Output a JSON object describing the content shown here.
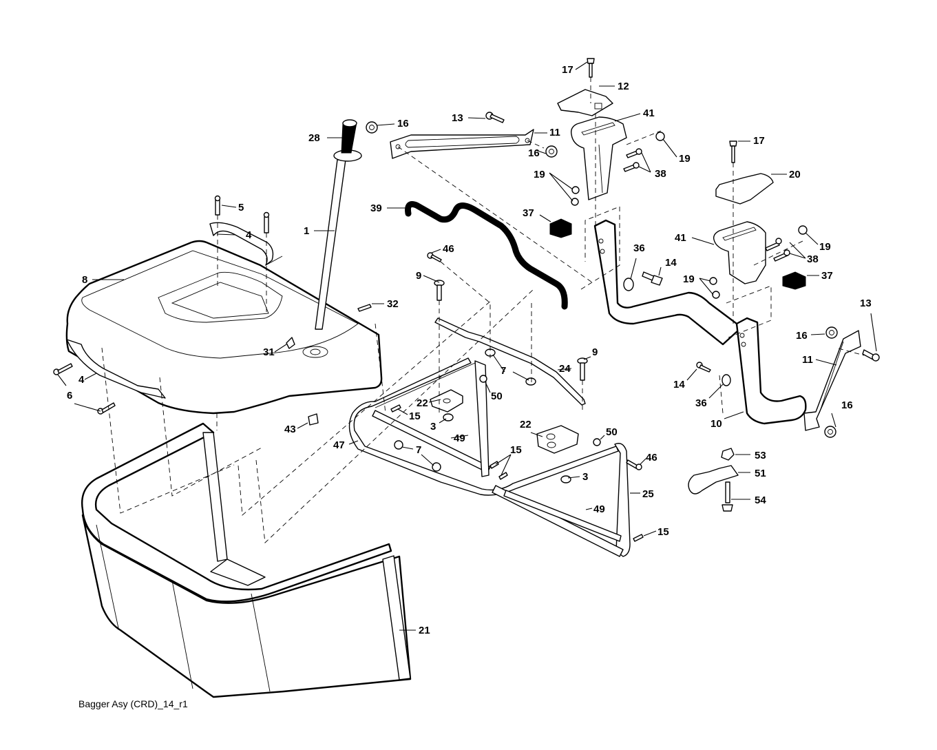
{
  "diagram": {
    "title": "Bagger Asy (CRD)_14_r1",
    "callouts": [
      {
        "id": "c17a",
        "label": "17",
        "part": "bolt"
      },
      {
        "id": "c12",
        "label": "12",
        "part": "latch-plate"
      },
      {
        "id": "c41a",
        "label": "41",
        "part": "bracket"
      },
      {
        "id": "c19a",
        "label": "19",
        "part": "nut"
      },
      {
        "id": "c38a",
        "label": "38",
        "part": "screws"
      },
      {
        "id": "c19b",
        "label": "19",
        "part": "nuts"
      },
      {
        "id": "c16a",
        "label": "16",
        "part": "nut"
      },
      {
        "id": "c13a",
        "label": "13",
        "part": "bolt"
      },
      {
        "id": "c11a",
        "label": "11",
        "part": "support-bar"
      },
      {
        "id": "c16b",
        "label": "16",
        "part": "nut"
      },
      {
        "id": "c28",
        "label": "28",
        "part": "handle-grip"
      },
      {
        "id": "c39",
        "label": "39",
        "part": "hose"
      },
      {
        "id": "c37a",
        "label": "37",
        "part": "plug"
      },
      {
        "id": "c17b",
        "label": "17",
        "part": "bolt"
      },
      {
        "id": "c20",
        "label": "20",
        "part": "latch-plate"
      },
      {
        "id": "c41b",
        "label": "41",
        "part": "bracket"
      },
      {
        "id": "c19c",
        "label": "19",
        "part": "nut"
      },
      {
        "id": "c38b",
        "label": "38",
        "part": "screws"
      },
      {
        "id": "c37b",
        "label": "37",
        "part": "plug"
      },
      {
        "id": "c19d",
        "label": "19",
        "part": "nuts"
      },
      {
        "id": "c36a",
        "label": "36",
        "part": "washer"
      },
      {
        "id": "c14a",
        "label": "14",
        "part": "bolt"
      },
      {
        "id": "c5",
        "label": "5",
        "part": "screws"
      },
      {
        "id": "c4a",
        "label": "4",
        "part": "handle"
      },
      {
        "id": "c1",
        "label": "1",
        "part": "rod"
      },
      {
        "id": "c8",
        "label": "8",
        "part": "cover"
      },
      {
        "id": "c46a",
        "label": "46",
        "part": "bolt"
      },
      {
        "id": "c9a",
        "label": "9",
        "part": "carriage-bolt"
      },
      {
        "id": "c32",
        "label": "32",
        "part": "screw"
      },
      {
        "id": "c31",
        "label": "31",
        "part": "clip"
      },
      {
        "id": "c4b",
        "label": "4",
        "part": "handle"
      },
      {
        "id": "c6",
        "label": "6",
        "part": "screws"
      },
      {
        "id": "c7a",
        "label": "7",
        "part": "nuts"
      },
      {
        "id": "c24",
        "label": "24",
        "part": "rod"
      },
      {
        "id": "c9b",
        "label": "9",
        "part": "carriage-bolt"
      },
      {
        "id": "c50a",
        "label": "50",
        "part": "nut"
      },
      {
        "id": "c22a",
        "label": "22",
        "part": "bracket"
      },
      {
        "id": "c15a",
        "label": "15",
        "part": "pin"
      },
      {
        "id": "c3a",
        "label": "3",
        "part": "nut"
      },
      {
        "id": "c43",
        "label": "43",
        "part": "cap"
      },
      {
        "id": "c47",
        "label": "47",
        "part": "frame"
      },
      {
        "id": "c49a",
        "label": "49",
        "part": "bar"
      },
      {
        "id": "c7b",
        "label": "7",
        "part": "nuts"
      },
      {
        "id": "c15b",
        "label": "15",
        "part": "pins"
      },
      {
        "id": "c22b",
        "label": "22",
        "part": "bracket"
      },
      {
        "id": "c50b",
        "label": "50",
        "part": "nut"
      },
      {
        "id": "c46b",
        "label": "46",
        "part": "bolt"
      },
      {
        "id": "c3b",
        "label": "3",
        "part": "nut"
      },
      {
        "id": "c25",
        "label": "25",
        "part": "frame"
      },
      {
        "id": "c49b",
        "label": "49",
        "part": "bar"
      },
      {
        "id": "c15c",
        "label": "15",
        "part": "pin"
      },
      {
        "id": "c21",
        "label": "21",
        "part": "bag"
      },
      {
        "id": "c13b",
        "label": "13",
        "part": "bolt"
      },
      {
        "id": "c16c",
        "label": "16",
        "part": "nut"
      },
      {
        "id": "c11b",
        "label": "11",
        "part": "support-bar"
      },
      {
        "id": "c14b",
        "label": "14",
        "part": "bolt"
      },
      {
        "id": "c36b",
        "label": "36",
        "part": "washer"
      },
      {
        "id": "c10",
        "label": "10",
        "part": "bracket-tube"
      },
      {
        "id": "c16d",
        "label": "16",
        "part": "nut"
      },
      {
        "id": "c53",
        "label": "53",
        "part": "nut"
      },
      {
        "id": "c51",
        "label": "51",
        "part": "hook"
      },
      {
        "id": "c54",
        "label": "54",
        "part": "bolt"
      }
    ]
  }
}
